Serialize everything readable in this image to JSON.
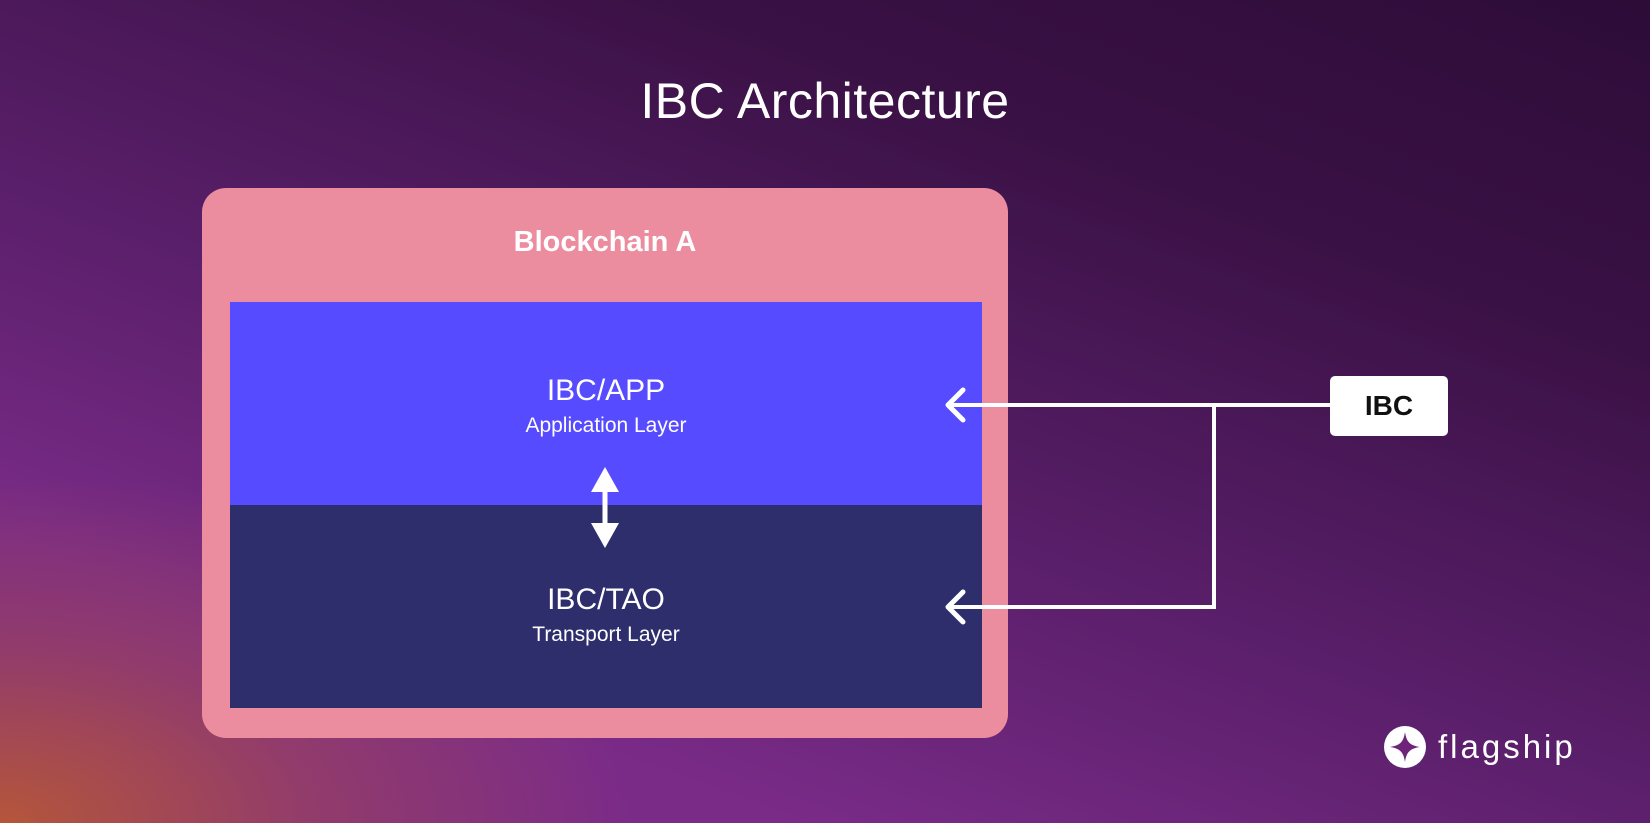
{
  "title": "IBC Architecture",
  "colors": {
    "outer_box": "#ec8c9f",
    "app_layer": "#574bff",
    "tao_layer": "#2f2e6d",
    "ibc_box": "#ffffff",
    "arrows": "#ffffff"
  },
  "blockchain": {
    "label": "Blockchain A",
    "layers": [
      {
        "title": "IBC/APP",
        "subtitle": "Application Layer"
      },
      {
        "title": "IBC/TAO",
        "subtitle": "Transport Layer"
      }
    ],
    "internal_connection": "bidirectional"
  },
  "ibc_node": {
    "label": "IBC",
    "connects_to": [
      "IBC/APP",
      "IBC/TAO"
    ]
  },
  "brand": {
    "icon": "four-point-star-icon",
    "name": "flagship"
  }
}
